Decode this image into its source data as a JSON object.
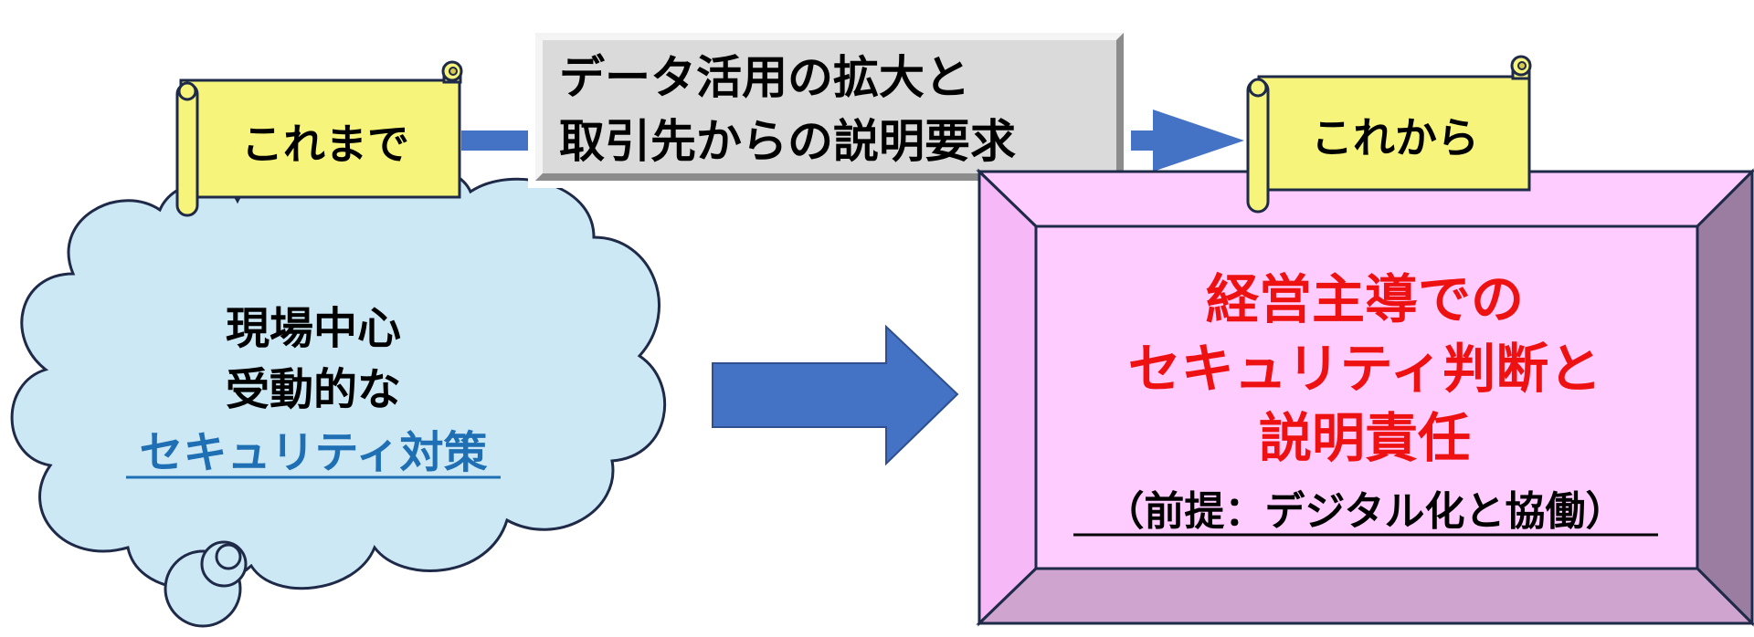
{
  "scroll_before": {
    "label": "これまで"
  },
  "scroll_after": {
    "label": "これから"
  },
  "driver_box": {
    "line1": "データ活用の拡大と",
    "line2": "取引先からの説明要求"
  },
  "cloud": {
    "line1": "現場中心",
    "line2": "受動的な",
    "line3": "セキュリティ対策"
  },
  "future_frame": {
    "line1": "経営主導での",
    "line2": "セキュリティ判断と",
    "line3": "説明責任",
    "note": "（前提：デジタル化と協働）"
  },
  "colors": {
    "arrow_blue": "#4472c4",
    "cloud_fill": "#cde8f5",
    "scroll_fill": "#f6f47a",
    "frame_pink": "#ffccff",
    "emphasis_red": "#ee1111",
    "link_blue": "#1f6fb5",
    "outline_navy": "#1e2a48"
  }
}
